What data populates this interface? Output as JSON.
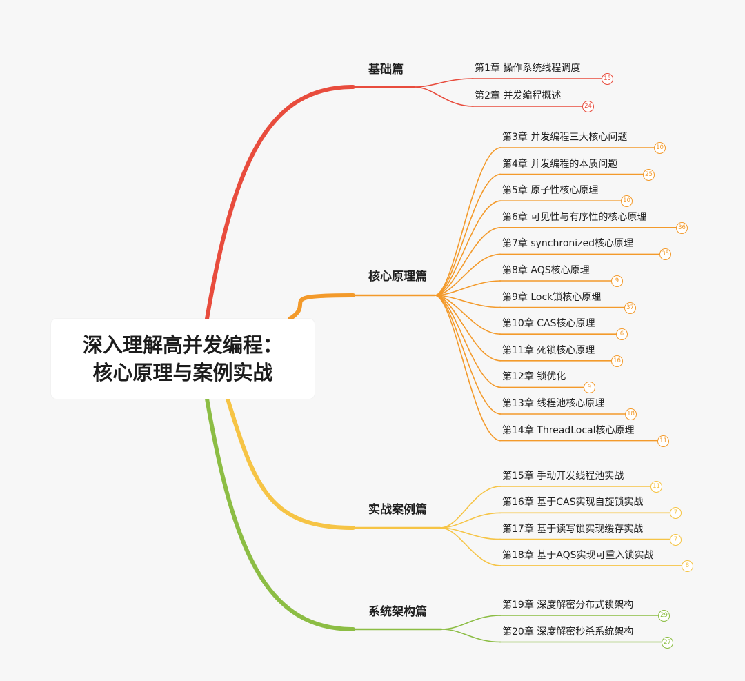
{
  "title": {
    "line1": "深入理解高并发编程：",
    "line2": "核心原理与案例实战"
  },
  "colors": {
    "foundation": "#e84c3d",
    "core": "#f39a2b",
    "practice": "#f6c445",
    "architecture": "#8cbd44"
  },
  "branches": [
    {
      "name": "基础篇",
      "color_key": "foundation",
      "chapters": [
        {
          "label": "第1章 操作系统线程调度",
          "count": "15"
        },
        {
          "label": "第2章 并发编程概述",
          "count": "24"
        }
      ]
    },
    {
      "name": "核心原理篇",
      "color_key": "core",
      "chapters": [
        {
          "label": "第3章 并发编程三大核心问题",
          "count": "10"
        },
        {
          "label": "第4章 并发编程的本质问题",
          "count": "25"
        },
        {
          "label": "第5章 原子性核心原理",
          "count": "10"
        },
        {
          "label": "第6章 可见性与有序性的核心原理",
          "count": "36"
        },
        {
          "label": "第7章 synchronized核心原理",
          "count": "35"
        },
        {
          "label": "第8章 AQS核心原理",
          "count": "9"
        },
        {
          "label": "第9章 Lock锁核心原理",
          "count": "37"
        },
        {
          "label": "第10章 CAS核心原理",
          "count": "6"
        },
        {
          "label": "第11章 死锁核心原理",
          "count": "16"
        },
        {
          "label": "第12章  锁优化",
          "count": "9"
        },
        {
          "label": "第13章 线程池核心原理",
          "count": "18"
        },
        {
          "label": "第14章 ThreadLocal核心原理",
          "count": "11"
        }
      ]
    },
    {
      "name": "实战案例篇",
      "color_key": "practice",
      "chapters": [
        {
          "label": "第15章  手动开发线程池实战",
          "count": "11"
        },
        {
          "label": "第16章 基于CAS实现自旋锁实战",
          "count": "7"
        },
        {
          "label": "第17章 基于读写锁实现缓存实战",
          "count": "7"
        },
        {
          "label": "第18章 基于AQS实现可重入锁实战",
          "count": "8"
        }
      ]
    },
    {
      "name": "系统架构篇",
      "color_key": "architecture",
      "chapters": [
        {
          "label": "第19章 深度解密分布式锁架构",
          "count": "29"
        },
        {
          "label": "第20章 深度解密秒杀系统架构",
          "count": "27"
        }
      ]
    }
  ]
}
